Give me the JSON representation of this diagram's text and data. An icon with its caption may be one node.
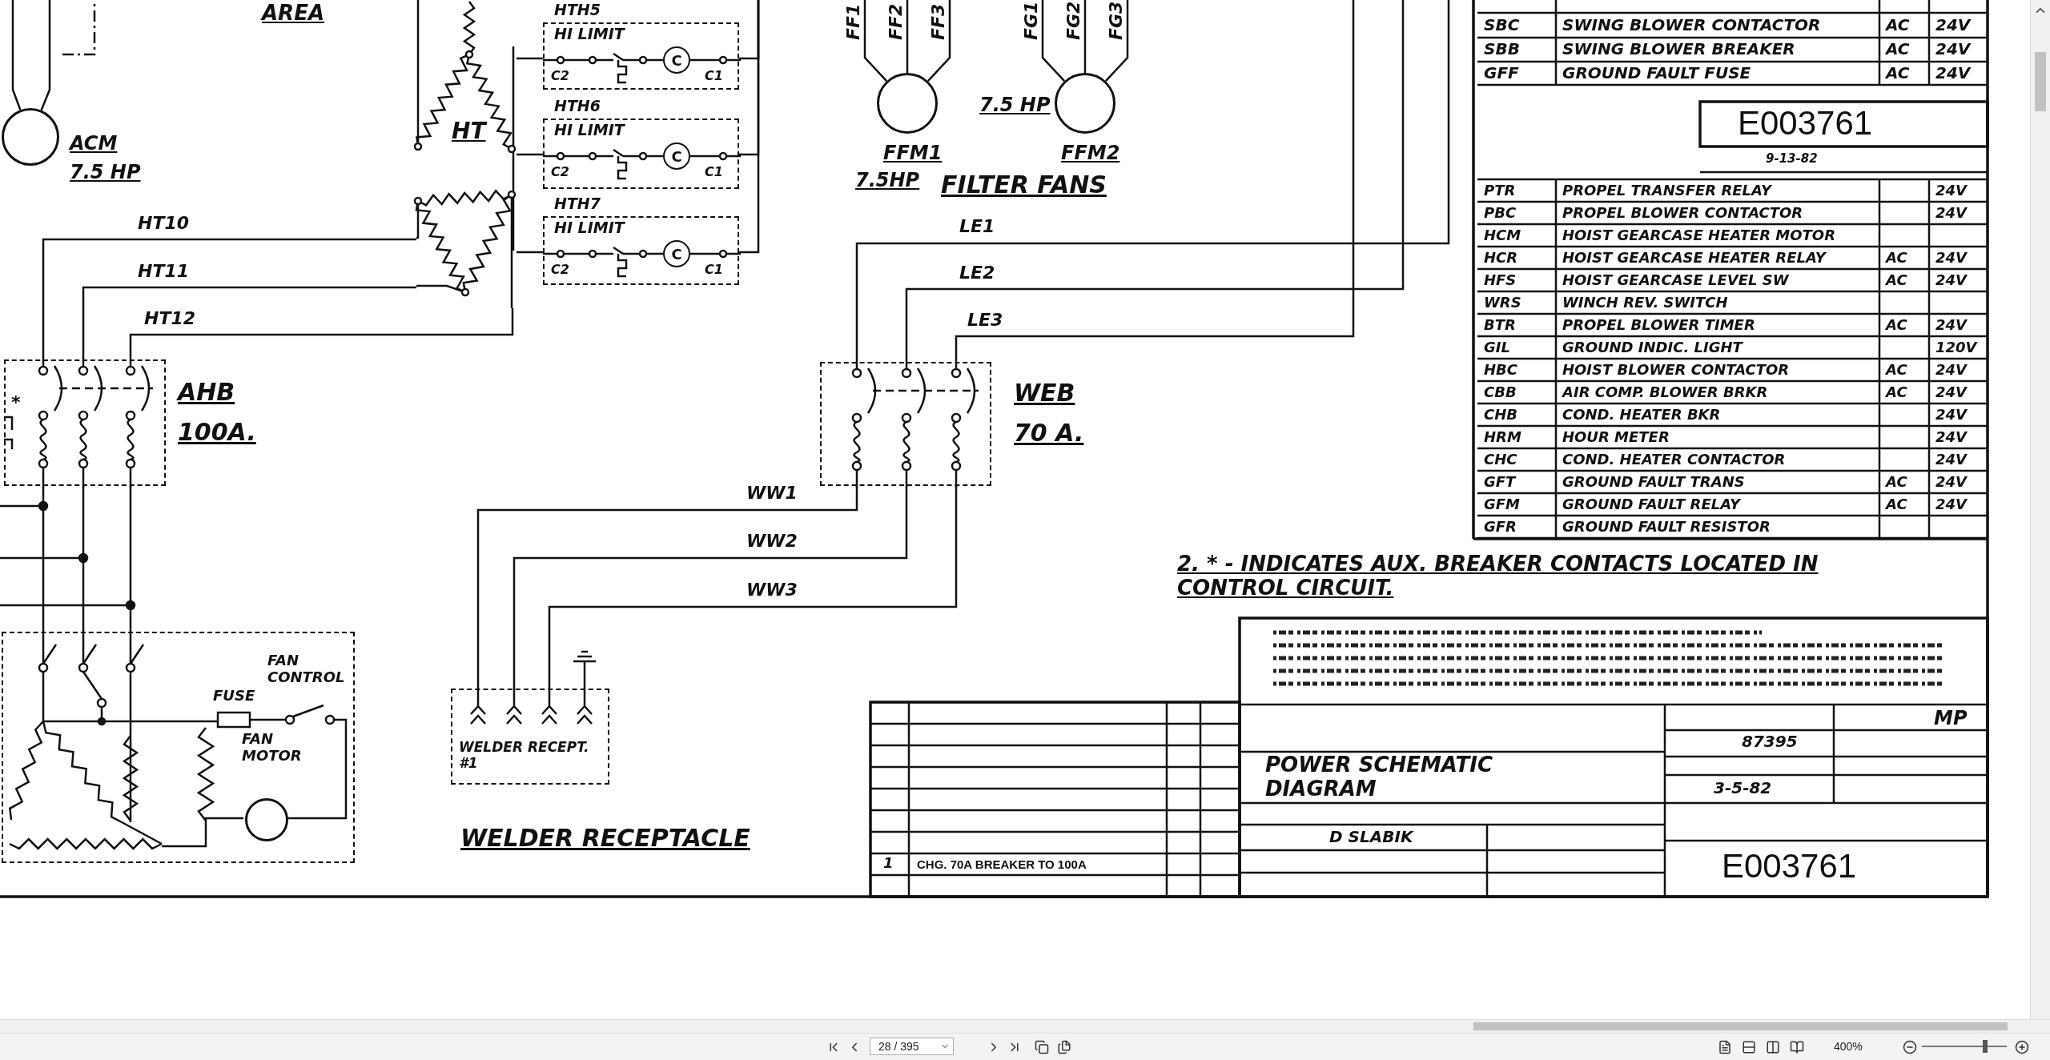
{
  "diagram": {
    "nodes": [
      {
        "text": [],
        "shape": "box",
        "beside": [
          "AHB",
          "100A."
        ]
      },
      {
        "text": [
          "HT"
        ]
      },
      {
        "text": [
          "HTH5",
          "HI LIMIT",
          "C",
          "C2",
          "C1"
        ]
      },
      {
        "text": [
          "HTH6",
          "HI LIMIT",
          "C",
          "C2",
          "C1"
        ]
      },
      {
        "text": [
          "HTH7",
          "HI LIMIT",
          "C",
          "C2",
          "C1"
        ]
      },
      {
        "text": [],
        "shape": "box",
        "beside": [
          "WEB",
          "70 A."
        ]
      },
      {
        "text": [
          "WELDER RECEPT. #1"
        ]
      },
      {
        "text": [],
        "shape": "circle",
        "beside": [
          "FFM1",
          "7.5HP"
        ]
      },
      {
        "text": [],
        "shape": "circle",
        "beside": [
          "7.5 HP",
          "FFM2"
        ]
      },
      {
        "text": [],
        "shape": "circle",
        "beside": [
          "ACM",
          "7.5 HP"
        ]
      },
      {
        "text": [
          "FUSE",
          "FAN CONTROL",
          "FAN MOTOR"
        ]
      },
      {
        "text": [],
        "shape": "circle",
        "in": 10
      }
    ],
    "edges": [
      {
        "from": 1,
        "to": 0,
        "arrow": "none",
        "label": "HT10"
      },
      {
        "from": 1,
        "to": 0,
        "arrow": "none",
        "label": "HT11"
      },
      {
        "from": 1,
        "to": 0,
        "arrow": "none",
        "label": "HT12"
      },
      {
        "from": 1,
        "to": 2,
        "arrow": "none"
      },
      {
        "from": 1,
        "to": 3,
        "arrow": "none"
      },
      {
        "from": 1,
        "to": 4,
        "arrow": "none"
      },
      {
        "from": null,
        "to": 5,
        "arrow": "none",
        "label": "LE1"
      },
      {
        "from": null,
        "to": 5,
        "arrow": "none",
        "label": "LE2"
      },
      {
        "from": null,
        "to": 5,
        "arrow": "none",
        "label": "LE3"
      },
      {
        "from": 5,
        "to": 6,
        "arrow": "none",
        "label": "WW1"
      },
      {
        "from": 5,
        "to": 6,
        "arrow": "none",
        "label": "WW2"
      },
      {
        "from": 5,
        "to": 6,
        "arrow": "none",
        "label": "WW3"
      },
      {
        "from": 0,
        "to": 10,
        "arrow": "none"
      },
      {
        "from": 0,
        "to": 10,
        "arrow": "none"
      },
      {
        "from": 0,
        "to": 10,
        "arrow": "none"
      },
      {
        "from": 7,
        "to": null,
        "arrow": "none",
        "label": "FF1"
      },
      {
        "from": 7,
        "to": null,
        "arrow": "none",
        "label": "FF2"
      },
      {
        "from": 7,
        "to": null,
        "arrow": "none",
        "label": "FF3"
      },
      {
        "from": 8,
        "to": null,
        "arrow": "none",
        "label": "FG1"
      },
      {
        "from": 8,
        "to": null,
        "arrow": "none",
        "label": "FG2"
      },
      {
        "from": 8,
        "to": null,
        "arrow": "none",
        "label": "FG3"
      },
      {
        "from": 9,
        "to": null,
        "arrow": "none"
      },
      {
        "from": 9,
        "to": null,
        "arrow": "none"
      },
      {
        "from": 2,
        "to": null,
        "arrow": "none"
      },
      {
        "from": 3,
        "to": null,
        "arrow": "none"
      },
      {
        "from": 4,
        "to": null,
        "arrow": "none"
      }
    ],
    "labels": [
      "AREA",
      "*",
      "FILTER FANS",
      "WELDER RECEPTACLE",
      "SBC",
      "SWING BLOWER CONTACTOR",
      "AC",
      "24V",
      "SBB",
      "SWING BLOWER BREAKER",
      "AC",
      "24V",
      "GFF",
      "GROUND FAULT FUSE",
      "AC",
      "24V",
      "E003761",
      "9-13-82",
      "PTR",
      "PROPEL TRANSFER RELAY",
      "24V",
      "PBC",
      "PROPEL BLOWER CONTACTOR",
      "24V",
      "HCM",
      "HOIST GEARCASE HEATER MOTOR",
      "HCR",
      "HOIST GEARCASE HEATER RELAY",
      "AC",
      "24V",
      "HFS",
      "HOIST GEARCASE LEVEL SW",
      "AC",
      "24V",
      "WRS",
      "WINCH REV. SWITCH",
      "BTR",
      "PROPEL BLOWER TIMER",
      "AC",
      "24V",
      "GIL",
      "GROUND INDIC. LIGHT",
      "120V",
      "HBC",
      "HOIST BLOWER CONTACTOR",
      "AC",
      "24V",
      "CBB",
      "AIR COMP. BLOWER BRKR",
      "AC",
      "24V",
      "CHB",
      "COND. HEATER BKR",
      "24V",
      "HRM",
      "HOUR METER",
      "24V",
      "CHC",
      "COND. HEATER CONTACTOR",
      "24V",
      "GFT",
      "GROUND FAULT TRANS",
      "AC",
      "24V",
      "GFM",
      "GROUND FAULT RELAY",
      "AC",
      "24V",
      "GFR",
      "GROUND FAULT RESISTOR",
      "2. * - INDICATES AUX. BREAKER CONTACTS LOCATED IN CONTROL CIRCUIT.",
      "1",
      "CHG. 70A BREAKER TO 100A",
      "POWER SCHEMATIC DIAGRAM",
      "D SLABIK",
      "MP",
      "87395",
      "3-5-82",
      "E003761",
      "28 / 395",
      "400%"
    ]
  }
}
